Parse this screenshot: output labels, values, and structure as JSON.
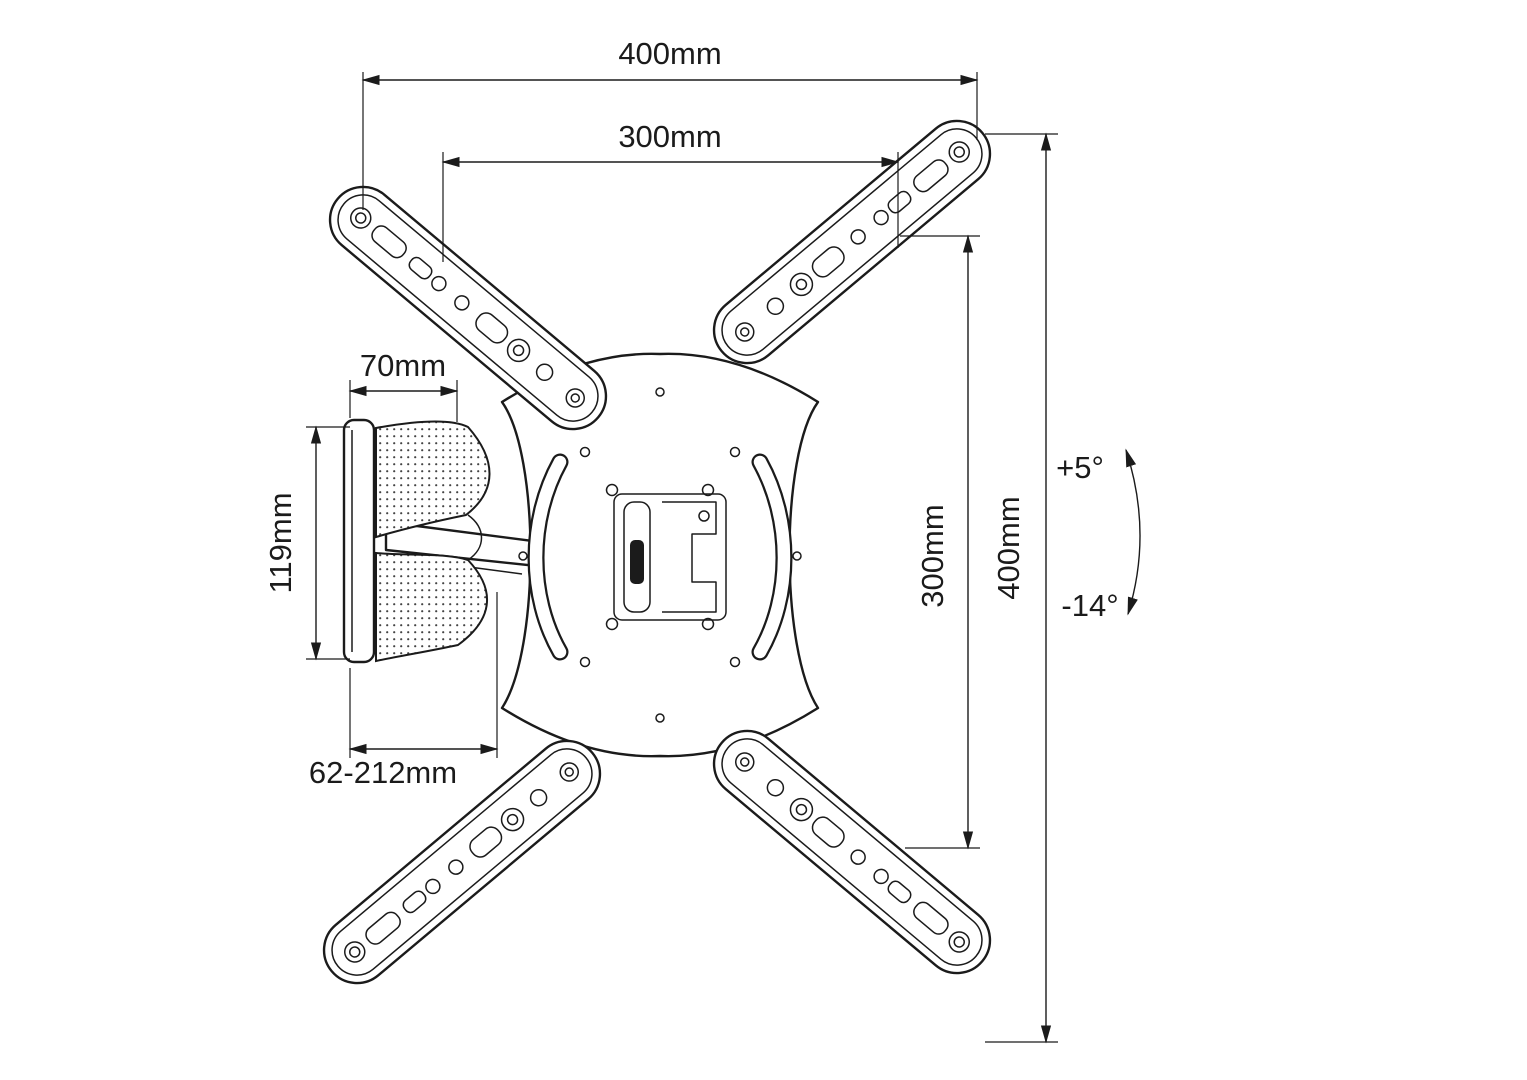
{
  "colors": {
    "ink": "#1b1b1b",
    "paper": "#ffffff"
  },
  "diagram": {
    "dimensions": {
      "outer_width": "400mm",
      "inner_width": "300mm",
      "arm_depth": "70mm",
      "plate_height": "119mm",
      "extension_range": "62-212mm",
      "inner_height": "300mm",
      "outer_height": "400mm",
      "tilt_up": "+5°",
      "tilt_down": "-14°"
    }
  }
}
